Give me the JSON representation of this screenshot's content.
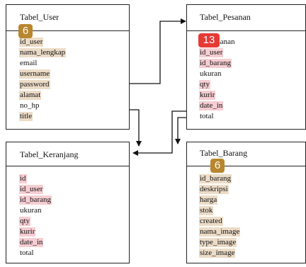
{
  "tables": {
    "user": {
      "title": "Tabel_User",
      "badge": "6",
      "fields": [
        "id_user",
        "nama_lengkap",
        "email",
        "username",
        "password",
        "alamat",
        "no_hp",
        "title"
      ]
    },
    "pesanan": {
      "title": "Tabel_Pesanan",
      "badge": "13",
      "fields": [
        "id_pesanan",
        "id_user",
        "id_barang",
        "ukuran",
        "qty",
        "kurir",
        "date_in",
        "total"
      ]
    },
    "keranjang": {
      "title": "Tabel_Keranjang",
      "fields": [
        "id",
        "id_user",
        "id_barang",
        "ukuran",
        "qty",
        "kurir",
        "date_in",
        "total"
      ]
    },
    "barang": {
      "title": "Tabel_Barang",
      "badge": "6",
      "fields": [
        "id_barang",
        "deskripsi",
        "harga",
        "stok",
        "created",
        "nama_image",
        "type_image",
        "size_image"
      ]
    }
  },
  "colors": {
    "field_tan": "#ecdcc7",
    "field_pink": "#f6cdd2",
    "badge_gold": "#b8862e",
    "badge_red": "#e53935",
    "line": "#111111"
  }
}
